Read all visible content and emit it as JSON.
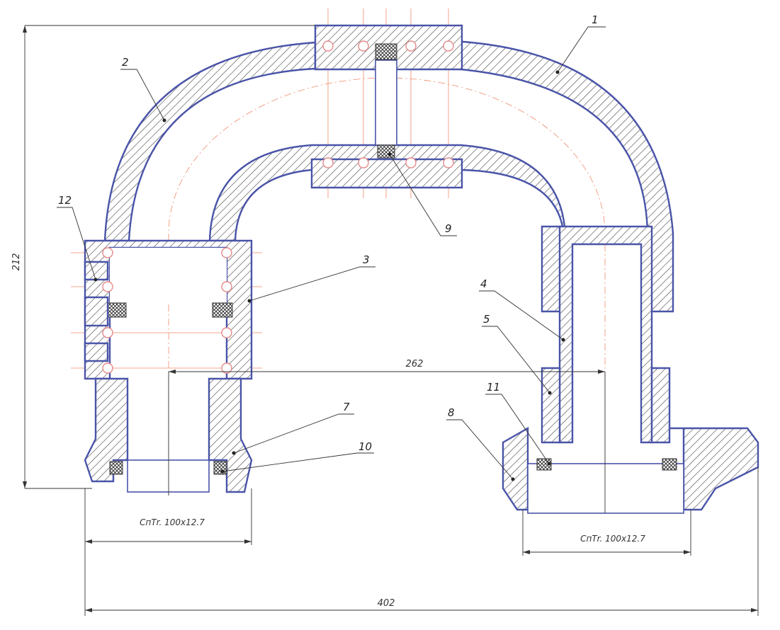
{
  "callouts": [
    {
      "num": "1"
    },
    {
      "num": "2"
    },
    {
      "num": "3"
    },
    {
      "num": "4"
    },
    {
      "num": "5"
    },
    {
      "num": "7"
    },
    {
      "num": "8"
    },
    {
      "num": "9"
    },
    {
      "num": "10"
    },
    {
      "num": "11"
    },
    {
      "num": "12"
    }
  ],
  "dimensions": {
    "height": "212",
    "center_distance": "262",
    "overall_width": "402"
  },
  "thread_labels": {
    "left": "СпТr. 100х12.7",
    "right": "СпТr. 100х12.7"
  },
  "colors": {
    "outline": "#4a54a8",
    "hatch": "#333333",
    "axis": "#f08a6a",
    "bolt": "#e78a8a"
  }
}
